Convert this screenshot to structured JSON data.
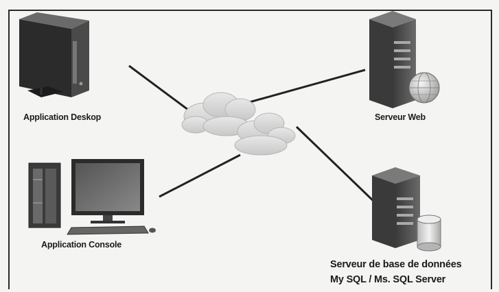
{
  "nodes": {
    "desktop": {
      "label": "Application Deskop"
    },
    "console": {
      "label": "Application Console"
    },
    "web_server": {
      "label": "Serveur Web"
    },
    "db_server": {
      "label_line1": "Serveur de base de données",
      "label_line2": "My SQL / Ms. SQL Server"
    }
  },
  "colors": {
    "device_dark": "#2b2b2b",
    "device_mid": "#5a5a5a",
    "device_light": "#8a8a8a",
    "cloud": "#d9d9d9",
    "line": "#222222"
  }
}
